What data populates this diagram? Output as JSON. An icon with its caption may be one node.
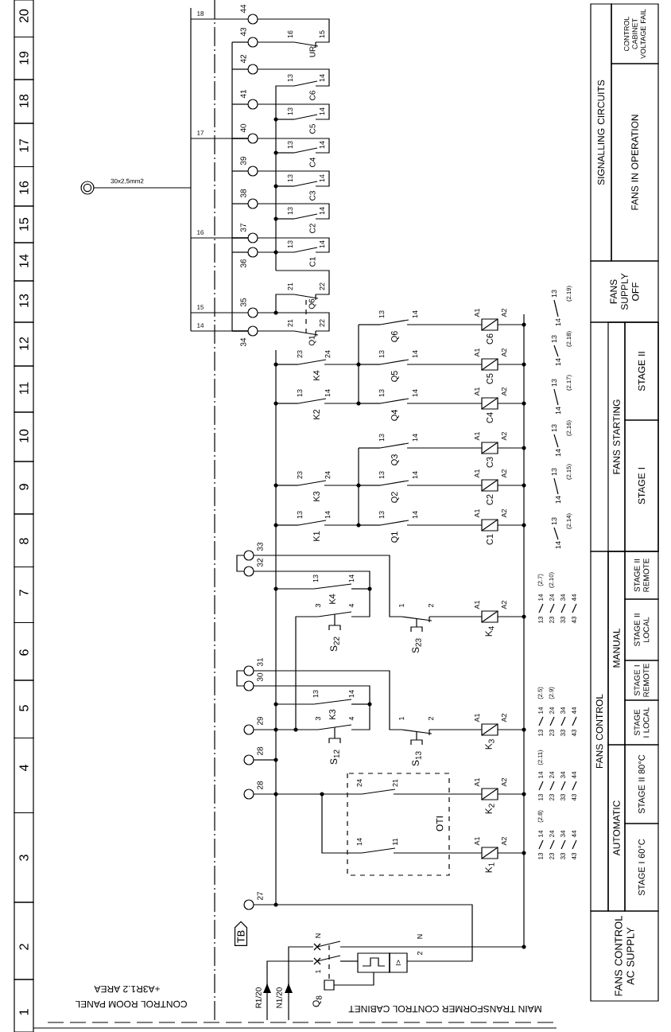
{
  "diagram": {
    "nodes": [
      {
        "text": [
          "TB"
        ]
      }
    ],
    "labels": [
      "20",
      "19",
      "18",
      "17",
      "16",
      "15",
      "14",
      "13",
      "12",
      "11",
      "10",
      "9",
      "8",
      "7",
      "6",
      "5",
      "4",
      "3",
      "2",
      "1",
      "CONTROL ROOM PANEL",
      "+A3R1.2 AREA",
      "MAIN TRANSFORMER CONTROL CABINET",
      "30x2,5mm2",
      "18",
      "17",
      "16",
      "15",
      "14",
      "27",
      "28",
      "28",
      "29",
      "30",
      "31",
      "32",
      "33",
      "34",
      "35",
      "36",
      "37",
      "38",
      "39",
      "40",
      "41",
      "42",
      "43",
      "44",
      "21",
      "22",
      "Q1",
      "21",
      "22",
      "Q6",
      "13",
      "14",
      "C1",
      "13",
      "14",
      "C2",
      "13",
      "14",
      "C3",
      "13",
      "14",
      "C4",
      "13",
      "14",
      "C5",
      "13",
      "14",
      "C6",
      "16",
      "15",
      "UR",
      "13",
      "14",
      "K1",
      "13",
      "14",
      "Q1",
      "A1",
      "A2",
      "C1",
      "23",
      "24",
      "K3",
      "13",
      "14",
      "Q2",
      "A1",
      "A2",
      "C2",
      "13",
      "14",
      "Q3",
      "A1",
      "A2",
      "C3",
      "13",
      "14",
      "K2",
      "13",
      "14",
      "Q4",
      "A1",
      "A2",
      "C4",
      "23",
      "24",
      "K4",
      "13",
      "14",
      "Q5",
      "A1",
      "A2",
      "C5",
      "13",
      "14",
      "Q6",
      "A1",
      "A2",
      "C6",
      "14",
      "11",
      "A1",
      "A2",
      "K$_{1}$",
      "24",
      "21",
      "A1",
      "A2",
      "K$_{2}$",
      "OTI",
      "13",
      "14",
      "K3",
      "3",
      "4",
      "S$_{12}$",
      "1",
      "2",
      "S$_{13}$",
      "A1",
      "A2",
      "K$_{3}$",
      "13",
      "14",
      "K4",
      "3",
      "4",
      "S$_{22}$",
      "1",
      "2",
      "S$_{23}$",
      "A1",
      "A2",
      "K$_{4}$",
      "N",
      "1",
      "N",
      "2",
      "I>",
      "R1/20",
      "N1/20",
      "Q$_{8}$",
      "13",
      "23",
      "33",
      "43",
      "14",
      "24",
      "34",
      "44",
      "(2.8)",
      "13",
      "23",
      "33",
      "43",
      "14",
      "24",
      "34",
      "44",
      "(2.11)",
      "13",
      "23",
      "33",
      "43",
      "14",
      "24",
      "34",
      "44",
      "(2.5)",
      "(2.9)",
      "13",
      "23",
      "33",
      "43",
      "14",
      "24",
      "34",
      "44",
      "(2.7)",
      "(2.10)",
      "14",
      "13",
      "(2.14)",
      "14",
      "13",
      "(2.15)",
      "14",
      "13",
      "(2.16)",
      "14",
      "13",
      "(2.17)",
      "14",
      "13",
      "(2.18)",
      "14",
      "13",
      "(2.19)",
      "CONTROL CABINET VOLTAGE FAIL",
      "SIGNALLING CIRCUITS",
      "FANS IN OPERATION",
      "FANS SUPPLY OFF",
      "FANS STARTING",
      "STAGE II",
      "STAGE I",
      "FANS CONTROL",
      "MANUAL",
      "AUTOMATIC",
      "STAGE II REMOTE",
      "STAGE II LOCAL",
      "STAGE I REMOTE",
      "STAGE I LOCAL",
      "STAGE II 80°C",
      "STAGE I 60°C",
      "FANS CONTROL AC SUPPLY"
    ]
  }
}
